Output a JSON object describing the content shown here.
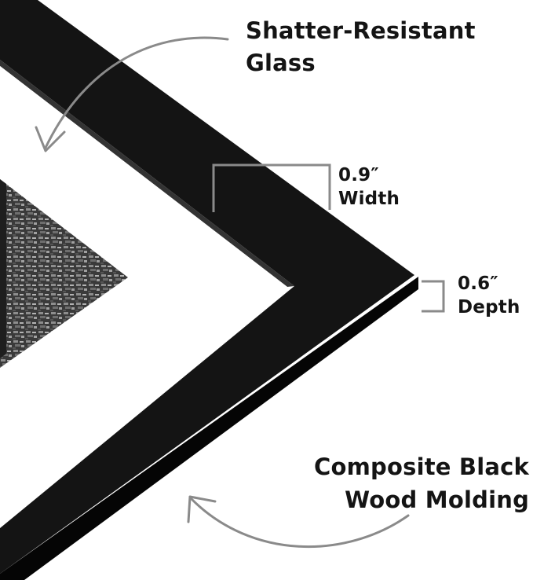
{
  "callouts": {
    "glass": {
      "line1": "Shatter-Resistant",
      "line2": "Glass"
    },
    "width": {
      "value": "0.9″",
      "label": "Width"
    },
    "depth": {
      "value": "0.6″",
      "label": "Depth"
    },
    "molding": {
      "line1": "Composite Black",
      "line2": "Wood Molding"
    }
  },
  "colors": {
    "frame": "#141414",
    "frame_side": "#050505",
    "mat": "#ffffff",
    "arrow": "#8a8a8a",
    "text": "#141414"
  },
  "icons": {
    "curved_arrow": "curved-arrow-icon",
    "dimension_bracket": "dimension-bracket-icon"
  }
}
